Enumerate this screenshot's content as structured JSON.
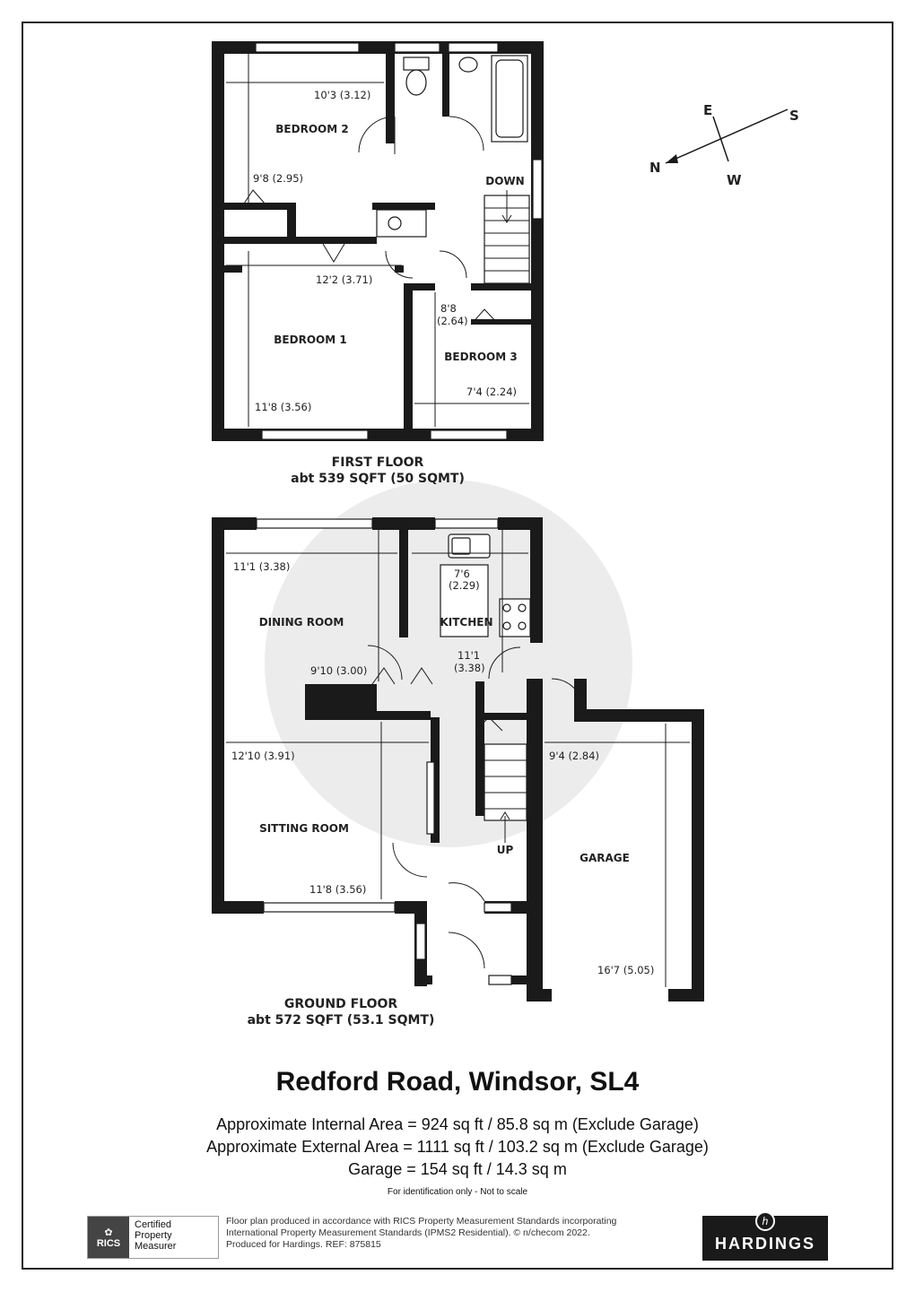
{
  "first_floor": {
    "title": "FIRST FLOOR",
    "area": "abt 539 SQFT (50 SQMT)",
    "rooms": {
      "bedroom2": "BEDROOM 2",
      "bedroom1": "BEDROOM 1",
      "bedroom3": "BEDROOM 3",
      "down": "DOWN"
    },
    "dims": {
      "bed2_w": "10'3 (3.12)",
      "bed2_h": "9'8 (2.95)",
      "bed1_w": "12'2 (3.71)",
      "bed1_h": "11'8 (3.56)",
      "bed3_h1": "8'8",
      "bed3_h2": "(2.64)",
      "bed3_w": "7'4 (2.24)"
    }
  },
  "ground_floor": {
    "title": "GROUND FLOOR",
    "area": "abt 572 SQFT (53.1 SQMT)",
    "rooms": {
      "dining": "DINING ROOM",
      "kitchen": "KITCHEN",
      "sitting": "SITTING ROOM",
      "garage": "GARAGE",
      "up": "UP"
    },
    "dims": {
      "dining_w": "11'1 (3.38)",
      "dining_h": "9'10 (3.00)",
      "kitchen_w1": "7'6",
      "kitchen_w2": "(2.29)",
      "kitchen_h1": "11'1",
      "kitchen_h2": "(3.38)",
      "sitting_w": "12'10 (3.91)",
      "sitting_h": "11'8 (3.56)",
      "garage_w": "9'4 (2.84)",
      "garage_h": "16'7 (5.05)"
    }
  },
  "compass": {
    "n": "N",
    "e": "E",
    "s": "S",
    "w": "W"
  },
  "property": {
    "title": "Redford Road, Windsor, SL4",
    "internal_area": "Approximate Internal Area = 924 sq ft / 85.8 sq m (Exclude Garage)",
    "external_area": "Approximate External Area = 1111 sq ft / 103.2 sq m (Exclude Garage)",
    "garage_area": "Garage = 154 sq ft / 14.3 sq m",
    "note": "For identification only - Not to scale"
  },
  "footer": {
    "rics_logo": "RICS",
    "rics_line1": "Certified",
    "rics_line2": "Property",
    "rics_line3": "Measurer",
    "disclaimer_1": "Floor plan produced in accordance with RICS Property Measurement Standards incorporating",
    "disclaimer_2": "International Property Measurement Standards (IPMS2 Residential).  © n/checom 2022.",
    "disclaimer_3": "Produced for Hardings.   REF:  875815",
    "brand_mark": "h",
    "brand_name": "HARDINGS"
  }
}
